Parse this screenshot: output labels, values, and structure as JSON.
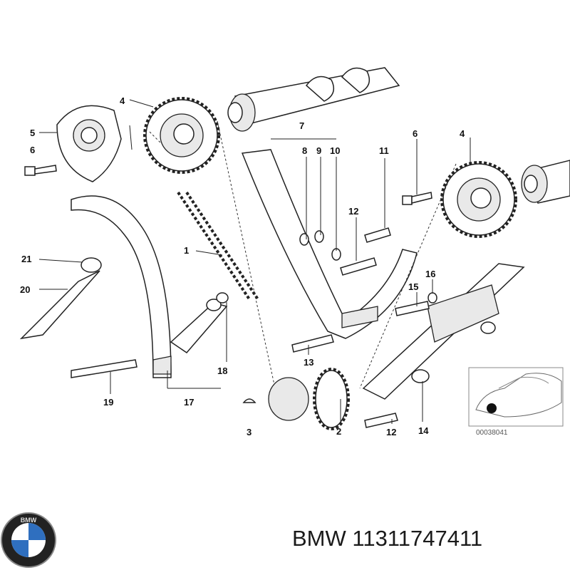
{
  "callouts": [
    "1",
    "2",
    "3",
    "4",
    "4",
    "5",
    "6",
    "6",
    "7",
    "8",
    "9",
    "10",
    "11",
    "12",
    "12",
    "13",
    "14",
    "15",
    "16",
    "17",
    "18",
    "19",
    "20",
    "21"
  ],
  "inset": {
    "ref_code": "00038041"
  },
  "brand": {
    "name": "BMW",
    "part_number": "11311747411",
    "logo_letters": "BMW"
  }
}
